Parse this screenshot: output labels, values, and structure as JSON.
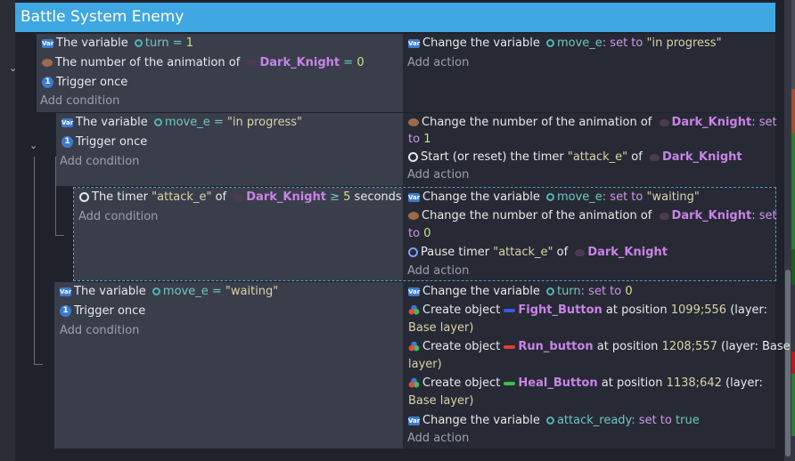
{
  "colors": {
    "header": "#3fa7e1",
    "fight": "#3a58e6",
    "run": "#e03b3b",
    "heal": "#3bbf4c"
  },
  "header": {
    "title": "Battle System Enemy"
  },
  "common": {
    "add_condition": "Add condition",
    "add_action": "Add action",
    "object": "Dark_Knight"
  },
  "events": [
    {
      "conditions": [
        {
          "pre": "The variable",
          "var": "turn",
          "op": "=",
          "val": "1"
        },
        {
          "pre": "The number of the animation of",
          "obj": "Dark_Knight",
          "op": "=",
          "val": "0"
        },
        {
          "text": "Trigger once"
        }
      ],
      "actions": [
        {
          "pre": "Change the variable",
          "var": "move_e",
          "mid": ": set to",
          "val": "\"in progress\""
        }
      ]
    },
    {
      "conditions": [
        {
          "pre": "The variable",
          "var": "move_e",
          "op": "=",
          "val": "\"in progress\""
        },
        {
          "text": "Trigger once"
        }
      ],
      "actions": [
        {
          "pre": "Change the number of the animation of",
          "obj": "Dark_Knight",
          "set": ": set",
          "line2a": "to",
          "line2b": "1"
        },
        {
          "pre": "Start (or reset) the timer",
          "timer": "\"attack_e\"",
          "of": "of",
          "obj": "Dark_Knight"
        }
      ]
    },
    {
      "conditions": [
        {
          "pre": "The timer",
          "timer": "\"attack_e\"",
          "of": "of",
          "obj": "Dark_Knight",
          "op": "≥",
          "val": "5",
          "post": "seconds"
        }
      ],
      "actions": [
        {
          "pre": "Change the variable",
          "var": "move_e",
          "mid": ": set to",
          "val": "\"waiting\""
        },
        {
          "pre": "Change the number of the animation of",
          "obj": "Dark_Knight",
          "set": ": set",
          "line2a": "to",
          "line2b": "0"
        },
        {
          "pre": "Pause timer",
          "timer": "\"attack_e\"",
          "of": "of",
          "obj": "Dark_Knight"
        }
      ]
    },
    {
      "conditions": [
        {
          "pre": "The variable",
          "var": "move_e",
          "op": "=",
          "val": "\"waiting\""
        },
        {
          "text": "Trigger once"
        }
      ],
      "actions": [
        {
          "pre": "Change the variable",
          "var": "turn",
          "mid": ": set to",
          "val": "0"
        },
        {
          "pre": "Create object",
          "obj": "Fight_Button",
          "at": "at position",
          "pos": "1099;556",
          "layer": "(layer:",
          "line2": "Base layer)"
        },
        {
          "pre": "Create object",
          "obj": "Run_button",
          "at": "at position",
          "pos": "1208;557",
          "layer": "(layer: Base",
          "line2": "layer)"
        },
        {
          "pre": "Create object",
          "obj": "Heal_Button",
          "at": "at position",
          "pos": "1138;642",
          "layer": "(layer:",
          "line2": "Base layer)"
        },
        {
          "pre": "Change the variable",
          "var": "attack_ready",
          "mid": ": set to",
          "val": "true"
        }
      ]
    }
  ]
}
